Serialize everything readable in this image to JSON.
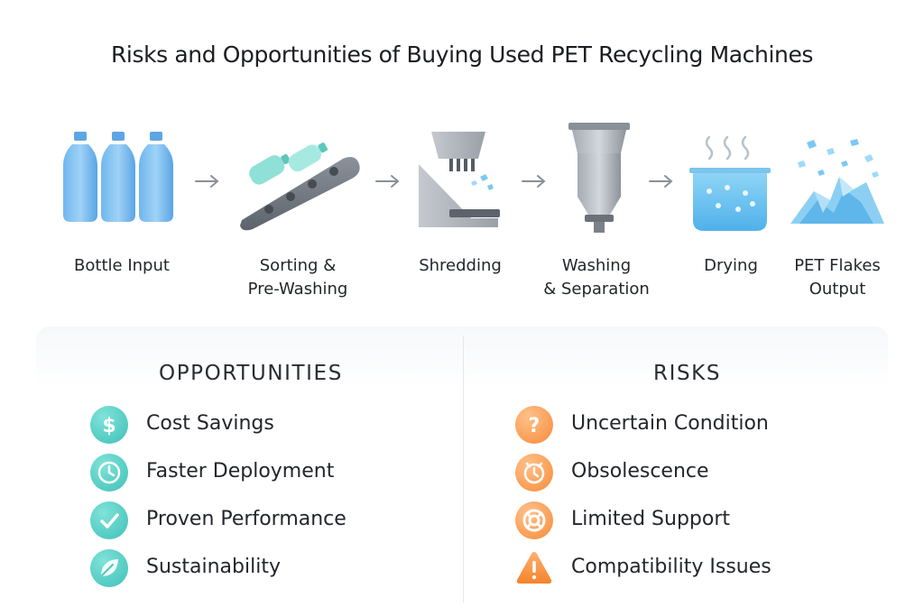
{
  "title": "Risks and Opportunities of Buying Used PET Recycling Machines",
  "process": {
    "steps": [
      {
        "label": "Bottle Input",
        "icon": "bottle-icon"
      },
      {
        "label": "Sorting &\nPre-Washing",
        "icon": "conveyor-icon"
      },
      {
        "label": "Shredding",
        "icon": "shredder-icon"
      },
      {
        "label": "Washing\n& Separation",
        "icon": "washing-tank-icon"
      },
      {
        "label": "Drying",
        "icon": "drying-tank-icon"
      },
      {
        "label": "PET Flakes\nOutput",
        "icon": "flakes-icon"
      }
    ]
  },
  "opportunities": {
    "title": "OPPORTUNITIES",
    "color": "#4cc7bd",
    "items": [
      {
        "label": "Cost Savings",
        "icon": "dollar-icon"
      },
      {
        "label": "Faster Deployment",
        "icon": "clock-icon"
      },
      {
        "label": "Proven Performance",
        "icon": "check-icon"
      },
      {
        "label": "Sustainability",
        "icon": "leaf-icon"
      }
    ]
  },
  "risks": {
    "title": "RISKS",
    "color": "#f79445",
    "items": [
      {
        "label": "Uncertain Condition",
        "icon": "question-icon"
      },
      {
        "label": "Obsolescence",
        "icon": "clock-icon"
      },
      {
        "label": "Limited Support",
        "icon": "lifebuoy-icon"
      },
      {
        "label": "Compatibility Issues",
        "icon": "warning-icon"
      }
    ]
  }
}
